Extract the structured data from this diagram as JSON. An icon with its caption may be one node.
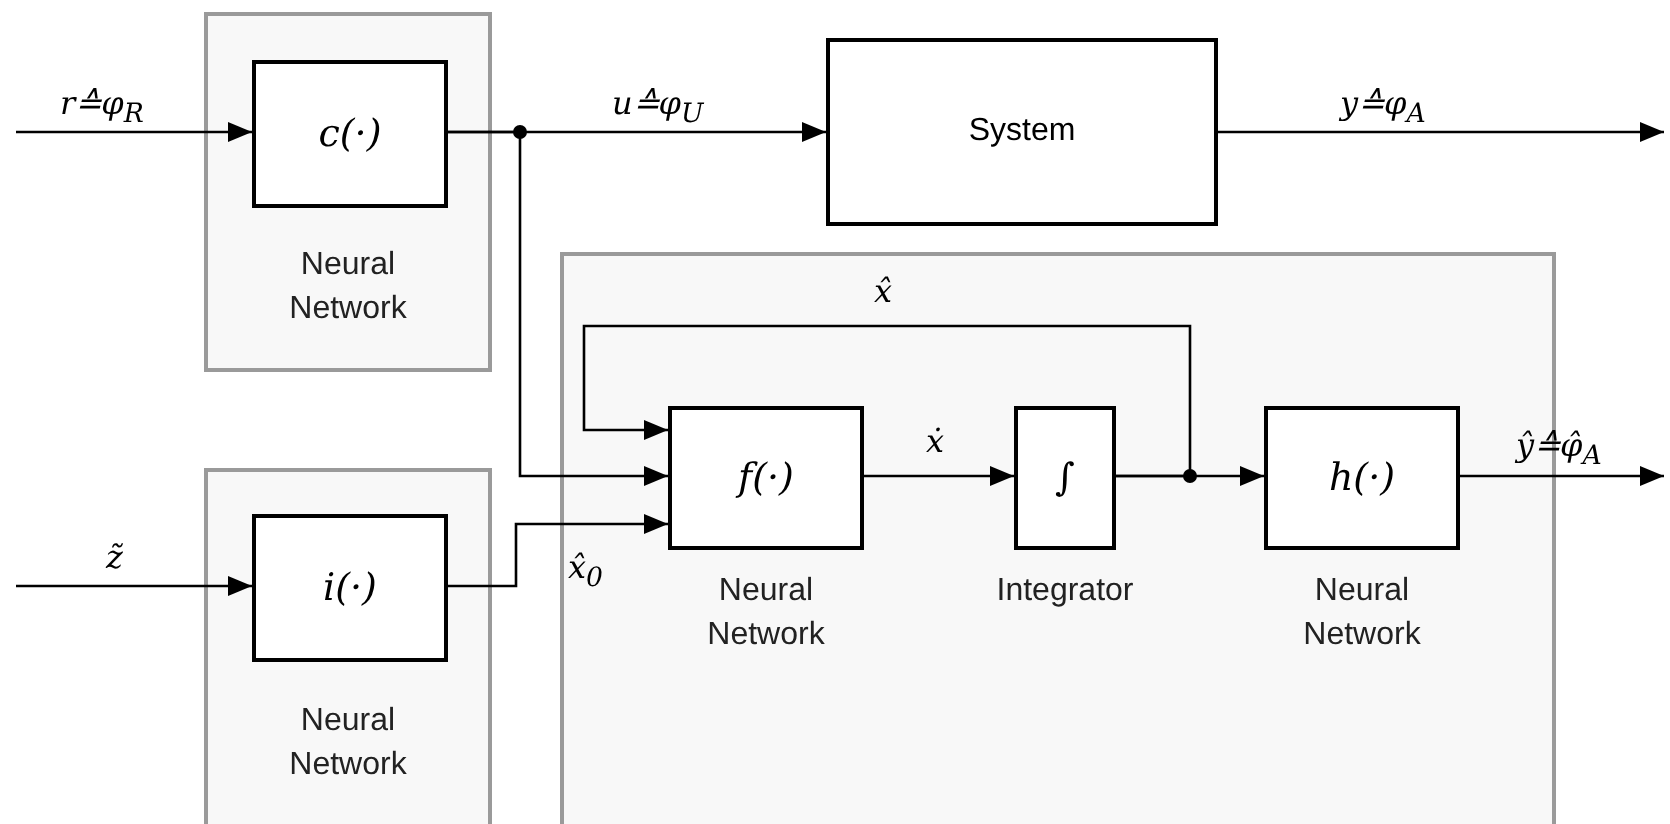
{
  "diagram": {
    "nodes": [
      {
        "text": [
          "Neural Network"
        ]
      },
      {
        "text": [
          "c(·)"
        ],
        "in": 0
      },
      {
        "text": [
          "System"
        ]
      },
      {
        "text": [],
        "shape": "box"
      },
      {
        "text": [
          "f(·)"
        ],
        "in": 3,
        "beside": [
          "Neural Network"
        ]
      },
      {
        "text": [
          "∫"
        ],
        "in": 3,
        "beside": [
          "Integrator"
        ]
      },
      {
        "text": [
          "h(·)"
        ],
        "in": 3,
        "beside": [
          "Neural Network"
        ]
      },
      {
        "text": [
          "Neural Network"
        ]
      },
      {
        "text": [
          "i(·)"
        ],
        "in": 7
      }
    ],
    "edges": [
      {
        "from": null,
        "to": 1,
        "arrow": "to",
        "label": "r≙φ$_{R}$"
      },
      {
        "from": 1,
        "to": 2,
        "arrow": "to",
        "label": "u≙φ$_{U}$"
      },
      {
        "from": 1,
        "to": 4,
        "arrow": "to"
      },
      {
        "from": 2,
        "to": null,
        "arrow": "to",
        "label": "y≙φ$_{A}$"
      },
      {
        "from": null,
        "to": 8,
        "arrow": "to",
        "label": "z̃"
      },
      {
        "from": 8,
        "to": 4,
        "arrow": "to",
        "label": "x̂$_{0}$"
      },
      {
        "from": 4,
        "to": 5,
        "arrow": "to",
        "label": "ẋ"
      },
      {
        "from": 5,
        "to": 6,
        "arrow": "to"
      },
      {
        "from": 5,
        "to": 4,
        "arrow": "to",
        "label": "x̂"
      },
      {
        "from": 6,
        "to": null,
        "arrow": "to",
        "label": "ŷ≙φ̂$_{A}$"
      }
    ]
  }
}
